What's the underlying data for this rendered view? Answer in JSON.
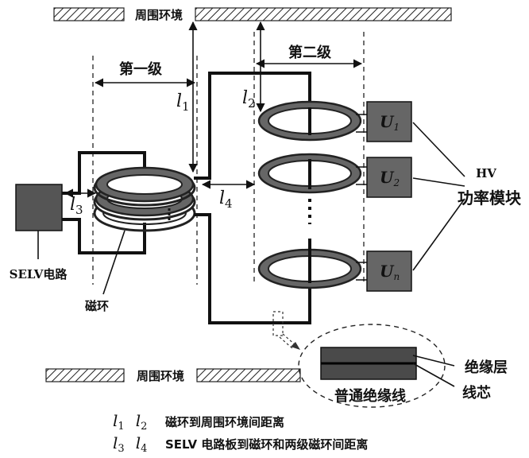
{
  "labels": {
    "env_top": "周围环境",
    "env_bottom": "周围环境",
    "stage1": "第一级",
    "stage2": "第二级",
    "selv": "SELV电路",
    "core": "磁环",
    "hv_1": "HV",
    "hv_2": "功率模块",
    "insul_layer": "绝缘层",
    "wire_core": "线芯",
    "normal_wire": "普通绝缘线"
  },
  "distances": {
    "l1": "1",
    "l2": "2",
    "l3": "3",
    "l4": "4"
  },
  "modules": [
    {
      "sub": "1"
    },
    {
      "sub": "2"
    },
    {
      "sub": "n"
    }
  ],
  "legend": [
    {
      "syms": [
        "1",
        "2"
      ],
      "text": "磁环到周围环境间距离"
    },
    {
      "syms": [
        "3",
        "4"
      ],
      "text": "SELV 电路板到磁环和两级磁环间距离"
    }
  ]
}
